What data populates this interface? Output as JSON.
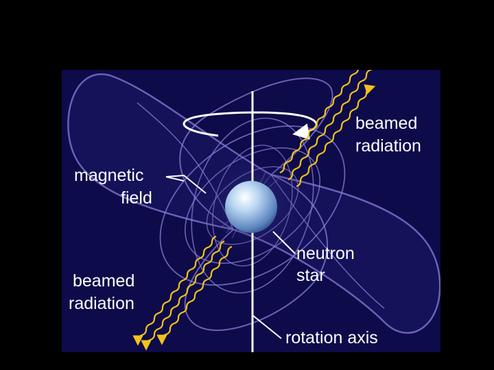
{
  "labels": {
    "beamed_radiation_top_line1": "beamed",
    "beamed_radiation_top_line2": "radiation",
    "magnetic_field_line1": "magnetic",
    "magnetic_field_line2": "field",
    "neutron_star_line1": "neutron",
    "neutron_star_line2": "star",
    "beamed_radiation_bottom_line1": "beamed",
    "beamed_radiation_bottom_line2": "radiation",
    "rotation_axis": "rotation axis"
  },
  "colors": {
    "page_background": "#000000",
    "panel_background": "#0d0b4a",
    "field_lines": "#8a7fd6",
    "radiation": "#f2c21a",
    "star": "#9fc6ea",
    "axis": "#ffffff",
    "label_text": "#ffffff"
  }
}
